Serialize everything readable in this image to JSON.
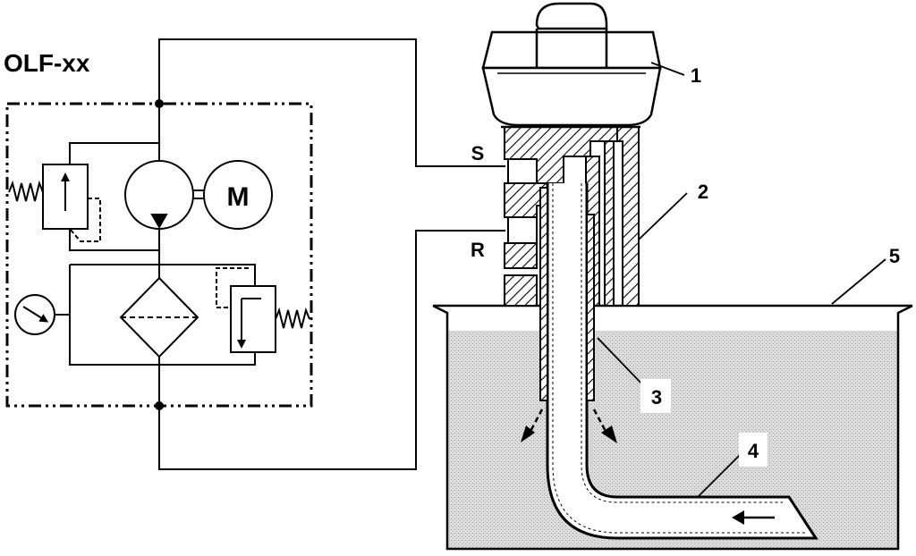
{
  "title": "OLF-xx",
  "symbols": {
    "motor": "M"
  },
  "ports": {
    "suction": "S",
    "return": "R"
  },
  "callouts": [
    "1",
    "2",
    "3",
    "4",
    "5"
  ],
  "colors": {
    "line": "#000000",
    "fluid": "#d9d9d9",
    "background": "#ffffff"
  }
}
